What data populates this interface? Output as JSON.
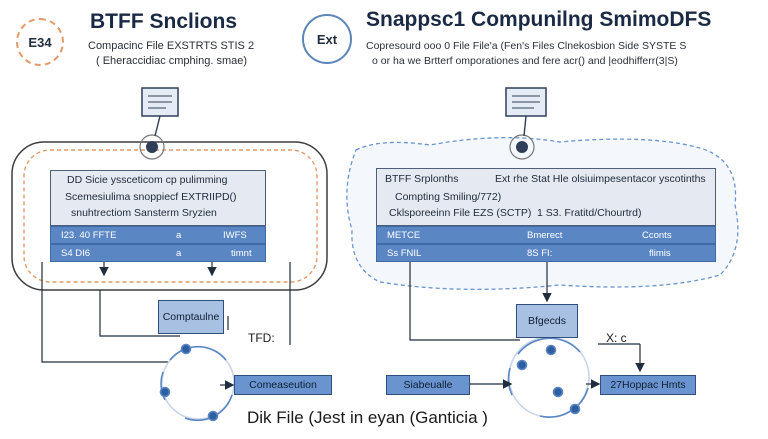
{
  "left_header": {
    "badge": "E34",
    "title": "BTFF Snclions",
    "sub1": "Compacinc File EXSTRTS STIS 2",
    "sub2": "( Eheraccidiac cmphing. smae)"
  },
  "right_header": {
    "badge": "Ext",
    "title": "Snappsc1 Compunilng SmimoDFS",
    "sub1": "Copresourd ooo 0 File File'a (Fen's Files Clnekosbion Side SYSTE S",
    "sub2": "o or ha we Brtterf omporationes and fere acr() and |eodhifferr(3|S)"
  },
  "left_panel": {
    "line1": "DD Sicie yssceticom cp pulimming",
    "line2": "Scemesiulima snoppiecf EXTRIIPD()",
    "line3": "snuhtrectiom Sansterm Sryzien",
    "bar_row1": [
      "I23. 40 FFTE",
      "a",
      "IWFS"
    ],
    "bar_row2": [
      "S4 DI6",
      "a",
      "timnt"
    ]
  },
  "right_panel": {
    "line1a": "BTFF Srplonths",
    "line1b": "Ext rhe Stat Hle olsiuimpesentacor yscotinths",
    "line2": "Compting Smiling/772)",
    "line3a": "Cklsporeeinn File EZS (SCTP)",
    "line3b": "1 S3. Fratitd/Chourtrd)",
    "bar_row1": [
      "METCE",
      "Bmerect",
      "Cconts"
    ],
    "bar_row2": [
      "Ss FNIL",
      "8S FI:",
      "flimis"
    ]
  },
  "boxes": {
    "left_small": "Comptaulne",
    "right_small": "Bfgecds",
    "bottom_left": "Comeaseution",
    "bottom_mid": "Siabeualle",
    "bottom_right": "27Hoppac Hmts"
  },
  "labels": {
    "tfd": "TFD:",
    "xc": "X: c"
  },
  "caption": "Dik File (Jest in eyan (Ganticia )",
  "colors": {
    "accent_blue": "#5b86c4",
    "panel_bg": "#e4e9f2",
    "dashed_orange": "#e39a6a",
    "dashed_blue": "#6a94cf"
  }
}
